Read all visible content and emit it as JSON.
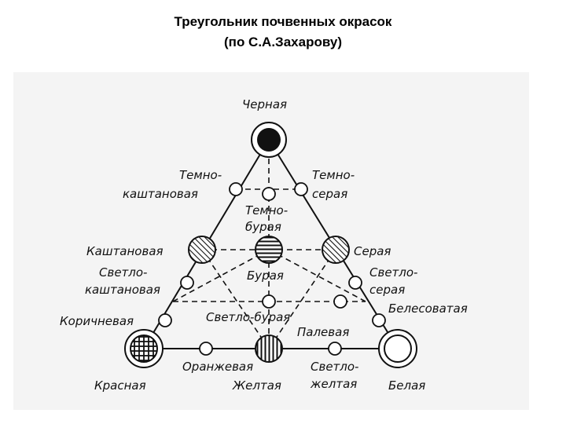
{
  "title": {
    "line1": "Треугольник почвенных окрасок",
    "line2": "(по С.А.Захарову)"
  },
  "nodes": {
    "black": "Черная",
    "dark_chestnut_1": "Темно-",
    "dark_chestnut_2": "каштановая",
    "dark_gray_1": "Темно-",
    "dark_gray_2": "серая",
    "dark_brown_1": "Темно-",
    "dark_brown_2": "бурая",
    "chestnut": "Каштановая",
    "gray": "Серая",
    "light_chestnut_1": "Светло-",
    "light_chestnut_2": "каштановая",
    "brown": "Бурая",
    "light_gray_1": "Светло-",
    "light_gray_2": "серая",
    "whitish": "Белесоватая",
    "cinnamon": "Коричневая",
    "light_brown": "Светло-бурая",
    "pale": "Палевая",
    "red": "Красная",
    "orange": "Оранжевая",
    "yellow": "Желтая",
    "light_yellow_1": "Светло-",
    "light_yellow_2": "желтая",
    "white": "Белая"
  }
}
